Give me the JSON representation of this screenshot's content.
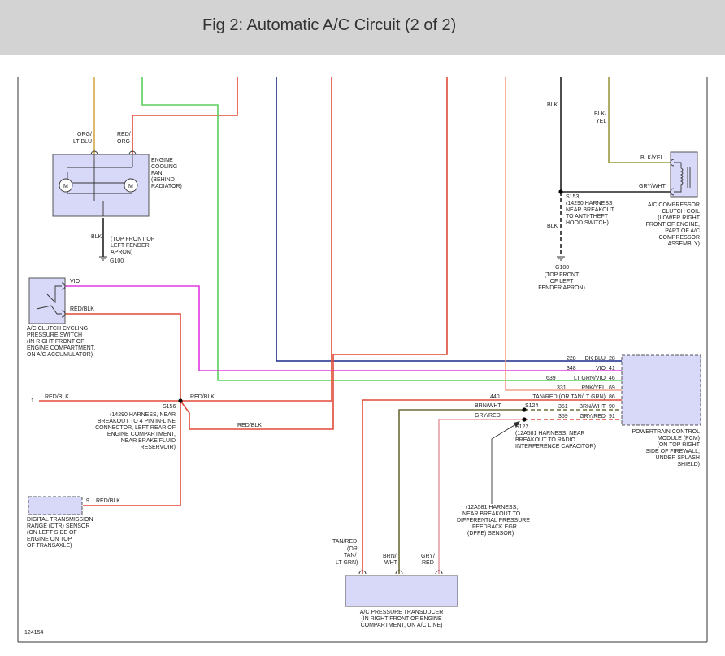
{
  "header": {
    "title": "Fig 2: Automatic A/C Circuit (2 of 2)"
  },
  "colors": {
    "org_lt_blu": "#d4a84a",
    "red": "#e04a38",
    "red_org": "#e04a38",
    "lt_grn": "#5dcf5d",
    "dk_blu": "#1a2a8a",
    "vio": "#e03ae0",
    "pnk_yel": "#f3a088",
    "blk": "#222222",
    "blk_yel": "#9a9a40",
    "brn_wht": "#6b6b3a",
    "gry_red": "#e8a0a8",
    "component_fill": "#d8d8f8"
  },
  "fan": {
    "wire1_label": [
      "ORG/",
      "LT BLU"
    ],
    "wire2_label": [
      "RED/",
      "ORG"
    ],
    "name": [
      "ENGINE",
      "COOLING",
      "FAN",
      "(BEHIND",
      "RADIATOR)"
    ],
    "motor": "M",
    "ground_wire": "BLK",
    "ground_desc": [
      "(TOP FRONT OF",
      "LEFT FENDER",
      "APRON)"
    ],
    "ground_id": "G100"
  },
  "switch": {
    "wire_vio": "VIO",
    "wire_red_blk": "RED/BLK",
    "name": [
      "A/C CLUTCH CYCLING",
      "PRESSURE SWITCH",
      "(IN RIGHT FRONT OF",
      "ENGINE COMPARTMENT,",
      "ON A/C ACCUMULATOR)"
    ]
  },
  "left_connector": {
    "pin": "1",
    "wire": "RED/BLK"
  },
  "s156": {
    "id": "S156",
    "wire_right": "RED/BLK",
    "wire_lower": "RED/BLK",
    "desc": [
      "(14290 HARNESS, NEAR",
      "BREAKOUT TO 4 PIN IN-LINE",
      "CONNECTOR, LEFT REAR OF",
      "ENGINE COMPARTMENT,",
      "NEAR BRAKE FLUID",
      "RESERVOIR)"
    ]
  },
  "dtr": {
    "pin": "9",
    "wire": "RED/BLK",
    "name": [
      "DIGITAL TRANSMISSION",
      "RANGE (DTR) SENSOR",
      "(ON LEFT SIDE OF",
      "ENGINE ON TOP",
      "OF TRANSAXLE)"
    ]
  },
  "pcm": {
    "name": [
      "POWERTRAIN CONTROL",
      "MODULE (PCM)",
      "(ON TOP RIGHT",
      "SIDE OF FIREWALL,",
      "UNDER SPLASH",
      "SHIELD)"
    ],
    "pins": [
      {
        "circuit": "228",
        "wire": "DK BLU",
        "pin": "28"
      },
      {
        "circuit": "348",
        "wire": "VIO",
        "pin": "41"
      },
      {
        "circuit": "639",
        "wire": "LT GRN/VIO",
        "pin": "46"
      },
      {
        "circuit": "331",
        "wire": "PNK/YEL",
        "pin": "69"
      },
      {
        "circuit": "440",
        "wire": "TAN/RED (OR TAN/LT GRN)",
        "pin": "86"
      },
      {
        "circuit": "351",
        "wire": "BRN/WHT",
        "pin": "90"
      },
      {
        "circuit": "359",
        "wire": "GRY/RED",
        "pin": "91"
      }
    ]
  },
  "s124": {
    "id": "S124",
    "wire_left": "BRN/WHT"
  },
  "s122": {
    "id": "S122",
    "wire_left": "GRY/RED",
    "desc": [
      "(12A581 HARNESS, NEAR",
      "BREAKOUT TO RADIO",
      "INTERFERENCE CAPACITOR)"
    ]
  },
  "dpfe_note": [
    "(12A581 HARNESS,",
    "NEAR BREAKOUT TO",
    "DIFFERENTIAL PRESSURE",
    "FEEDBACK EGR",
    "(DPFE) SENSOR)"
  ],
  "transducer": {
    "wire1": [
      "TAN/RED",
      "(OR",
      "TAN/",
      "LT GRN)"
    ],
    "wire2": [
      "BRN/",
      "WHT"
    ],
    "wire3": [
      "GRY/",
      "RED"
    ],
    "name": [
      "A/C PRESSURE TRANSDUCER",
      "(IN RIGHT FRONT OF ENGINE",
      "COMPARTMENT, ON A/C LINE)"
    ]
  },
  "right_ground": {
    "wire_top": "BLK",
    "s153_id": "S153",
    "s153_desc": [
      "(14290 HARNESS",
      "NEAR BREAKOUT",
      "TO ANTI-THEFT",
      "HOOD SWITCH)"
    ],
    "wire_bottom": "BLK",
    "ground_id": "G100",
    "ground_desc": [
      "(TOP FRONT",
      "OF LEFT",
      "FENDER APRON)"
    ]
  },
  "compressor": {
    "wire_in": [
      "BLK/",
      "YEL"
    ],
    "wire_blk_yel": "BLK/YEL",
    "wire_gry_wht": "GRY/WHT",
    "name": [
      "A/C COMPRESSOR",
      "CLUTCH COIL",
      "(LOWER RIGHT",
      "FRONT OF ENGINE,",
      "PART OF A/C",
      "COMPRESSOR",
      "ASSEMBLY)"
    ]
  },
  "figure_id": "124154"
}
